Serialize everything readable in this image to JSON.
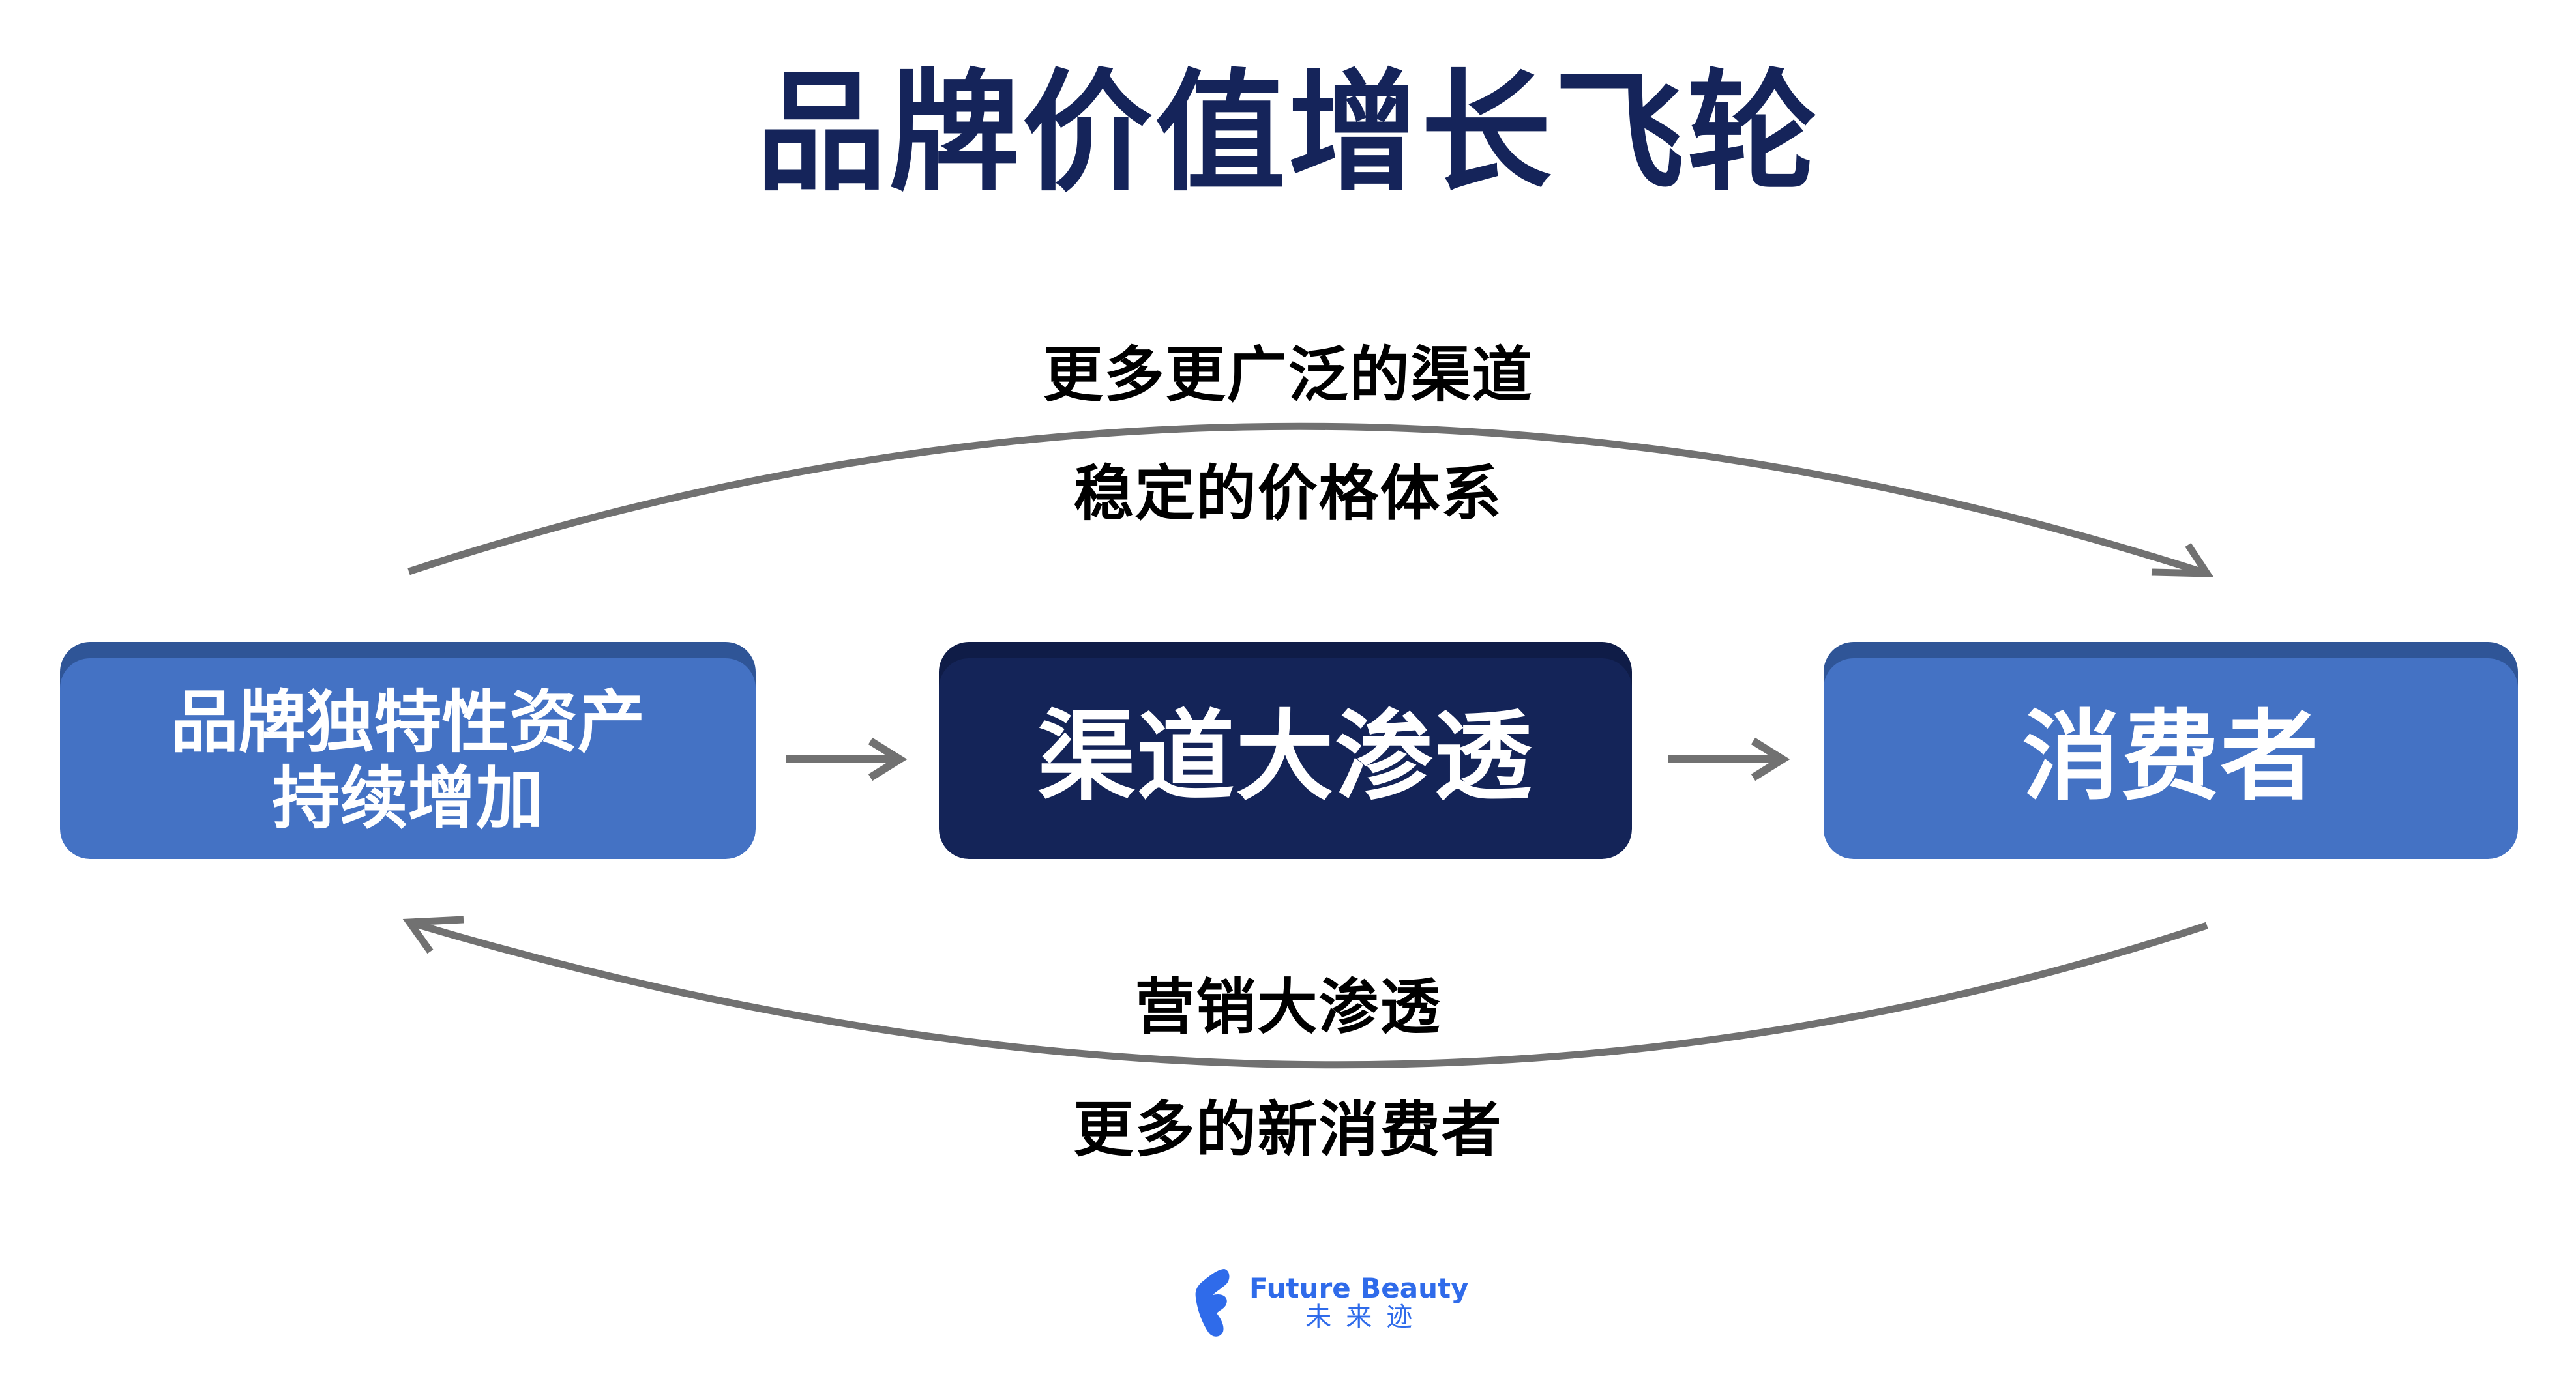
{
  "title": "品牌价值增长飞轮",
  "top_arc": {
    "label_above": "更多更广泛的渠道",
    "label_below": "稳定的价格体系",
    "direction": "left-to-right"
  },
  "bottom_arc": {
    "label_above": "营销大渗透",
    "label_below": "更多的新消费者",
    "direction": "right-to-left"
  },
  "nodes": [
    {
      "id": "brand-assets",
      "lines": [
        "品牌独特性资产",
        "持续增加"
      ],
      "style": "light"
    },
    {
      "id": "channel-penetration",
      "lines": [
        "渠道大渗透"
      ],
      "style": "dark"
    },
    {
      "id": "consumers",
      "lines": [
        "消费者"
      ],
      "style": "light"
    }
  ],
  "connectors": [
    "brand-assets → channel-penetration",
    "channel-penetration → consumers"
  ],
  "colors": {
    "title": "#15245a",
    "node_light": "#4472c4",
    "node_light_top": "#2f5597",
    "node_dark": "#142458",
    "node_dark_top": "#0f1c47",
    "arrow": "#717171",
    "logo": "#2f6bea"
  },
  "logo": {
    "icon": "future-beauty-leaf-icon",
    "name_en": "Future Beauty",
    "name_zh": "未来迹"
  }
}
